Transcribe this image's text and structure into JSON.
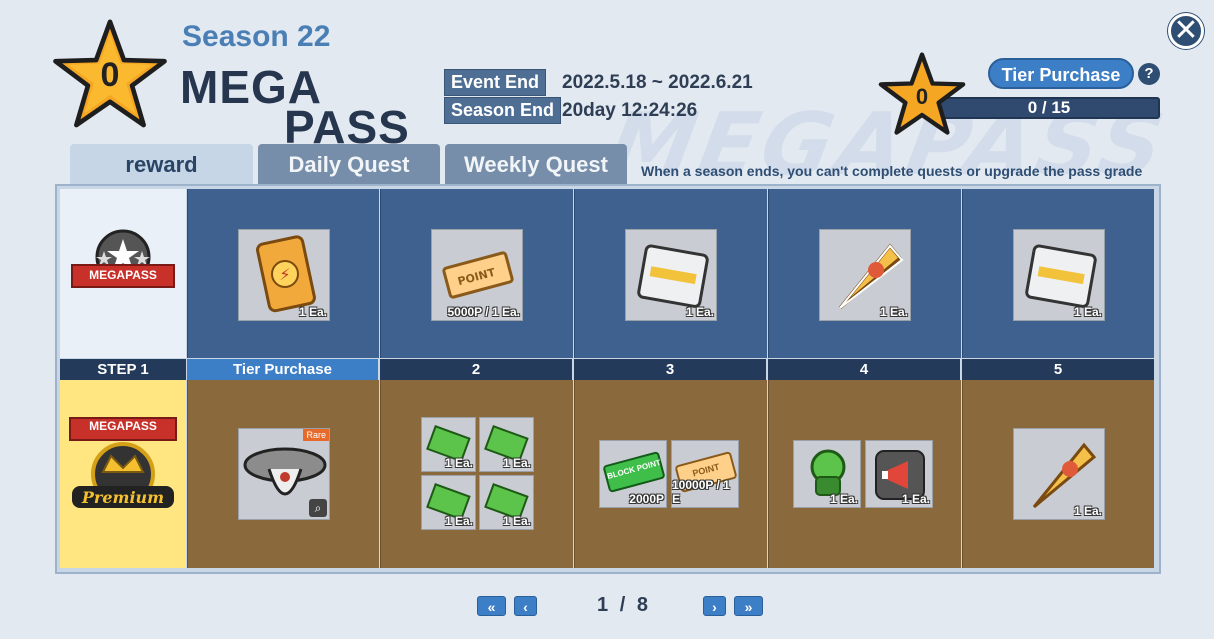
{
  "header": {
    "season": "Season 22",
    "title_line1": "MEGA",
    "title_line2": "PASS",
    "level": "0",
    "watermark": "MEGAPASS",
    "event_end_label": "Event End",
    "event_end_value": "2022.5.18 ~ 2022.6.21",
    "season_end_label": "Season End",
    "season_end_value": "20day 12:24:26"
  },
  "tier": {
    "level": "0",
    "button_label": "Tier Purchase",
    "help_label": "?",
    "progress_text": "0 / 15",
    "progress_value": 0
  },
  "close_label": "✕",
  "tabs": [
    {
      "label": "reward",
      "active": true
    },
    {
      "label": "Daily Quest",
      "active": false
    },
    {
      "label": "Weekly Quest",
      "active": false
    }
  ],
  "note": "When a season ends, you can't complete quests or upgrade the pass grade",
  "rows": {
    "free_label": "MEGAPASS",
    "premium_label": "MEGAPASS",
    "premium_script": "Premium"
  },
  "steps": [
    "STEP 1",
    "Tier Purchase",
    "2",
    "3",
    "4",
    "5"
  ],
  "free_rewards": [
    {
      "icon": "tier-card-icon",
      "qty": "1 Ea."
    },
    {
      "icon": "point-ticket-icon",
      "qty": "5000P / 1 Ea."
    },
    {
      "icon": "block-pack-icon",
      "qty": "1 Ea."
    },
    {
      "icon": "pizza-slice-icon",
      "qty": "1 Ea."
    },
    {
      "icon": "block-pack-icon",
      "qty": "1 Ea."
    }
  ],
  "premium": {
    "tier": {
      "icon": "hat-head-icon",
      "badge": "Rare"
    },
    "step2": [
      {
        "qty": "1 Ea."
      },
      {
        "qty": "1 Ea."
      },
      {
        "qty": "1 Ea."
      },
      {
        "qty": "1 Ea."
      }
    ],
    "step3": [
      {
        "label": "BLOCK POINT",
        "qty": "2000P"
      },
      {
        "label": "POINT",
        "qty": "10000P / 1 E"
      }
    ],
    "step4": [
      {
        "qty": "1 Ea."
      },
      {
        "qty": "1 Ea."
      }
    ],
    "step5": {
      "qty": "1 Ea."
    }
  },
  "pager": {
    "first": "«",
    "prev": "‹",
    "next": "›",
    "last": "»",
    "current": "1",
    "sep": "/",
    "total": "8"
  },
  "colors": {
    "free_bg": "#3f618f",
    "premium_bg": "#8a6a3c",
    "accent": "#3c7fc7",
    "star": "#f5a623"
  }
}
